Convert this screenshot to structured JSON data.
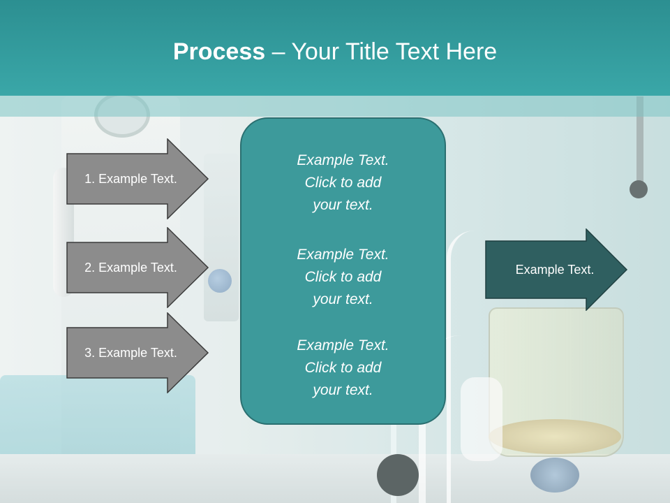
{
  "slide": {
    "title_bold": "Process",
    "title_rest": " – Your Title Text Here"
  },
  "steps": [
    {
      "label": "1. Example Text."
    },
    {
      "label": "2. Example Text."
    },
    {
      "label": "3. Example Text."
    }
  ],
  "center": {
    "paragraphs": [
      "Example Text.\nClick  to add\nyour text.",
      "Example Text.\nClick  to add\nyour text.",
      "Example Text.\nClick  to add\nyour text."
    ]
  },
  "result": {
    "label": "Example Text."
  },
  "colors": {
    "header": "#3aa7a8",
    "step_arrow": "#8c8c8c",
    "center_box": "#3d9a9b",
    "result_arrow": "#2f5f60"
  }
}
